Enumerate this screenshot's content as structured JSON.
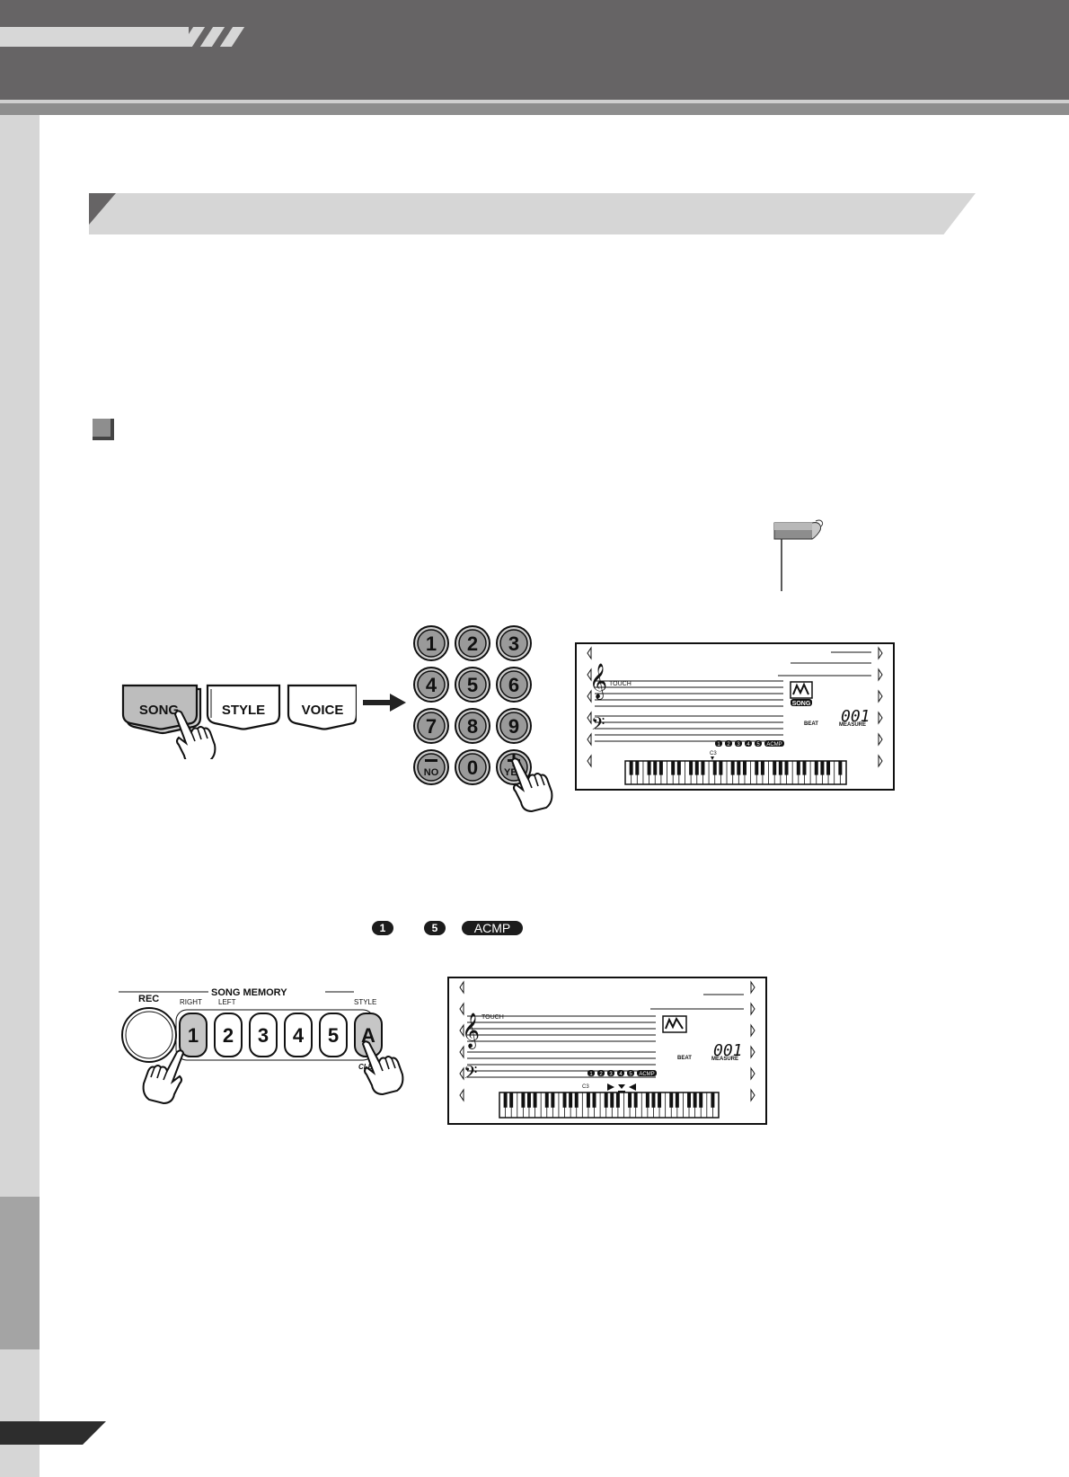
{
  "panel_buttons": [
    {
      "label": "SONG"
    },
    {
      "label": "STYLE"
    },
    {
      "label": "VOICE"
    }
  ],
  "keypad": {
    "keys": [
      "1",
      "2",
      "3",
      "4",
      "5",
      "6",
      "7",
      "8",
      "9",
      "",
      "0",
      ""
    ],
    "no_label": "NO",
    "yes_label": "YES"
  },
  "display1": {
    "touch": "TOUCH",
    "song_badge": "SONG",
    "measure_value": "001",
    "beat_label": "BEAT",
    "measure_label": "MEASURE",
    "track_marks": [
      "1",
      "2",
      "3",
      "4",
      "5",
      "ACMP"
    ],
    "c3_label": "C3"
  },
  "legend": {
    "track1": "1",
    "track5": "5",
    "acmp": "ACMP"
  },
  "song_memory": {
    "rec_label": "REC",
    "title": "SONG MEMORY",
    "right_label": "RIGHT",
    "left_label": "LEFT",
    "style_label": "STYLE",
    "clear_label": "CLE",
    "tracks": [
      "1",
      "2",
      "3",
      "4",
      "5",
      "A"
    ]
  },
  "display2": {
    "touch": "TOUCH",
    "measure_value": "001",
    "beat_label": "BEAT",
    "measure_label": "MEASURE",
    "track_marks": [
      "1",
      "2",
      "3",
      "4",
      "5",
      "ACMP"
    ],
    "c3_label": "C3"
  },
  "colors": {
    "header": "#666465",
    "band_light": "#d6d6d6",
    "band_dark": "#a4a4a4",
    "button_pressed": "#c6c6c6"
  }
}
